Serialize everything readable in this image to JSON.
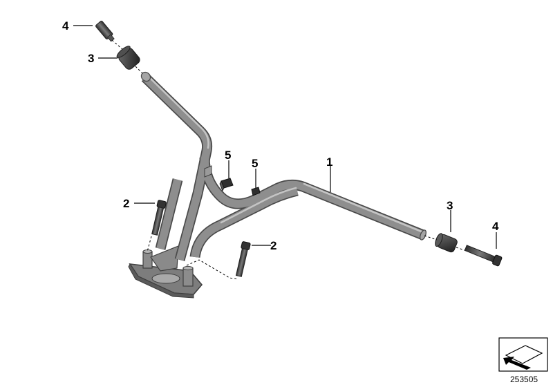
{
  "diagram": {
    "callouts": {
      "bar_end_bolt_left": "4",
      "bar_end_weight_left": "3",
      "handlebar": "1",
      "clamp_nut_a": "5",
      "clamp_nut_b": "5",
      "clamp_bolt_left": "2",
      "clamp_bolt_right": "2",
      "bar_end_weight_right": "3",
      "bar_end_bolt_right": "4"
    },
    "reference_number": "253505",
    "colors": {
      "tube_outline": "#4a4a4a",
      "tube_fill": "#8e8e8e",
      "tube_highlight": "#c4c4c4",
      "dark_part": "#3a3a3a"
    }
  }
}
